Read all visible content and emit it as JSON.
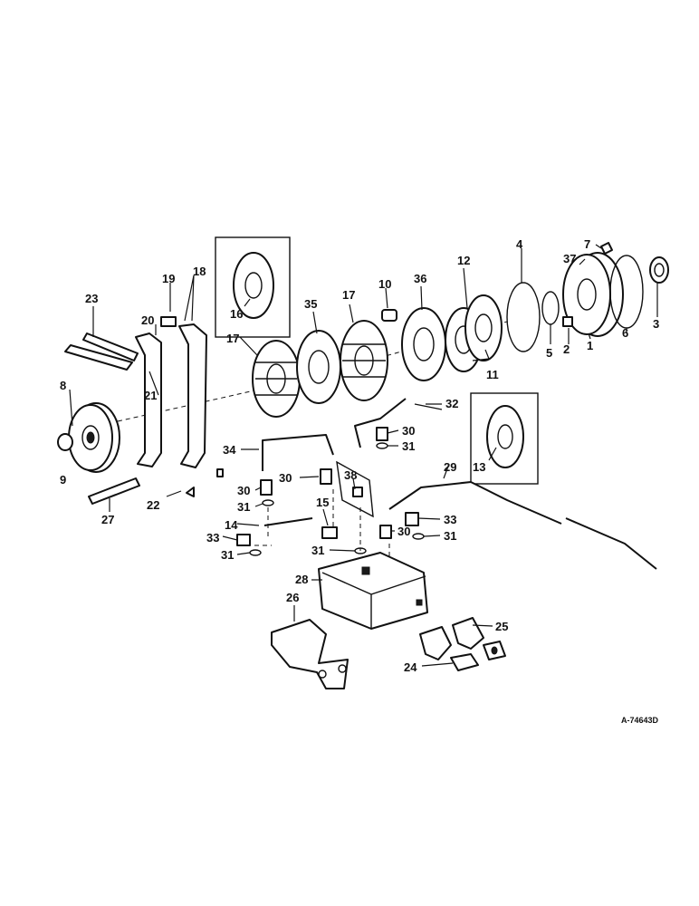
{
  "figure": {
    "reference_code": "A-74643D",
    "callouts": {
      "c1": "1",
      "c2": "2",
      "c3": "3",
      "c4": "4",
      "c5": "5",
      "c6": "6",
      "c7": "7",
      "c8": "8",
      "c9": "9",
      "c10": "10",
      "c11": "11",
      "c12": "12",
      "c13": "13",
      "c14": "14",
      "c15": "15",
      "c16": "16",
      "c17a": "17",
      "c17b": "17",
      "c18": "18",
      "c19": "19",
      "c20": "20",
      "c21": "21",
      "c22": "22",
      "c23": "23",
      "c24": "24",
      "c25": "25",
      "c26": "26",
      "c27": "27",
      "c28": "28",
      "c29": "29",
      "c30a": "30",
      "c30b": "30",
      "c30c": "30",
      "c30d": "30",
      "c31a": "31",
      "c31b": "31",
      "c31c": "31",
      "c31d": "31",
      "c31e": "31",
      "c32": "32",
      "c33a": "33",
      "c33b": "33",
      "c34": "34",
      "c35": "35",
      "c36": "36",
      "c37": "37",
      "c38": "38"
    }
  }
}
